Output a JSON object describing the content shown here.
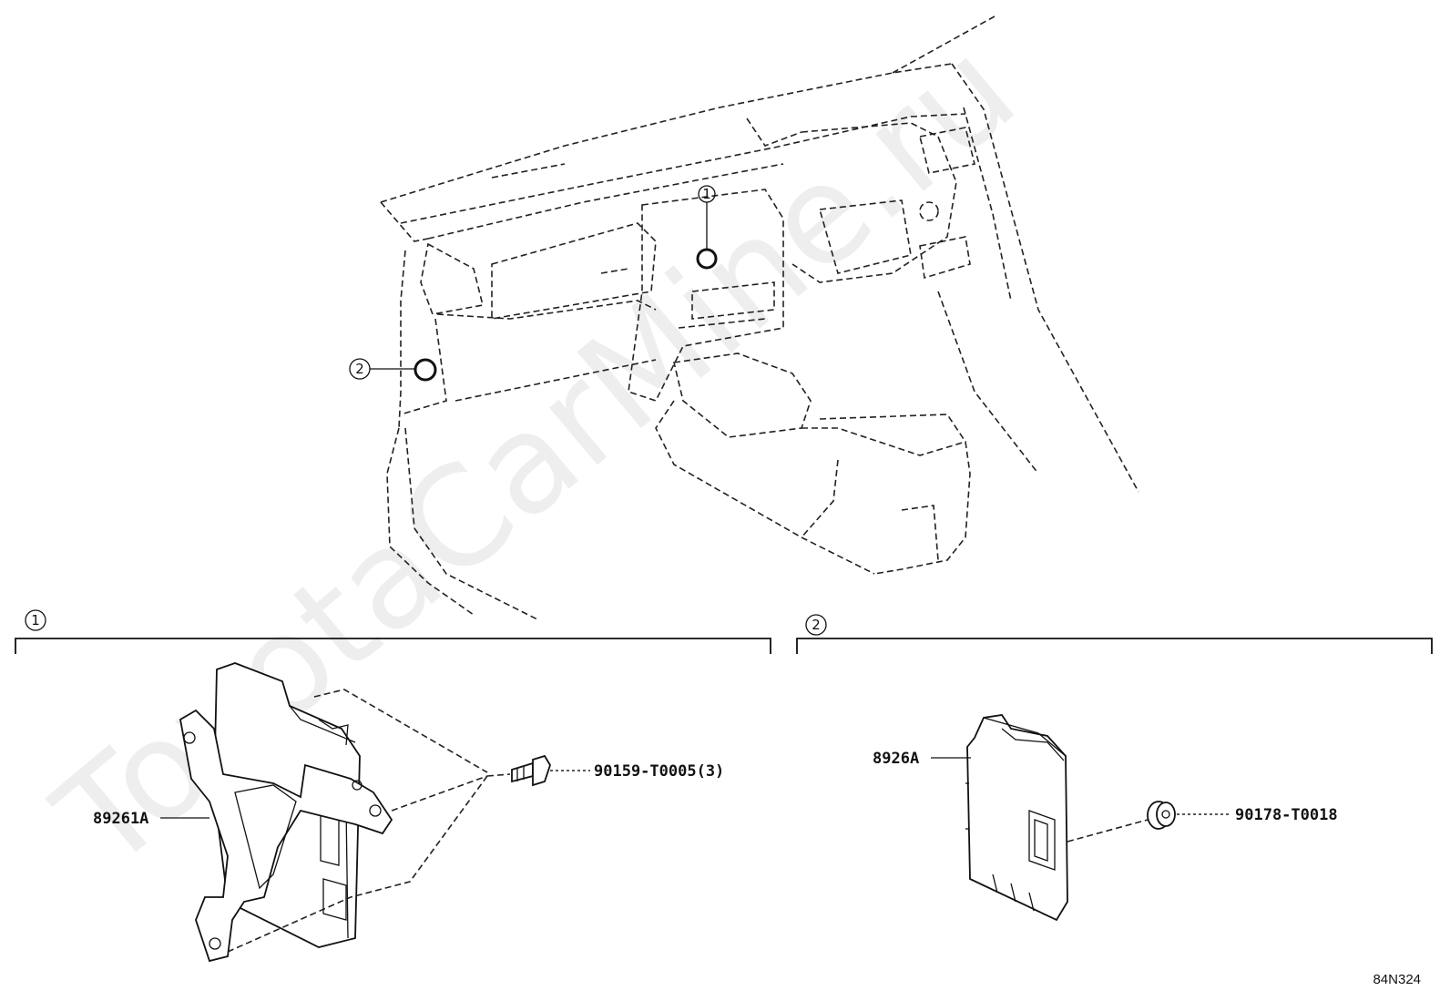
{
  "watermark": "ToyotaCarMine.ru",
  "overview": {
    "callouts": [
      {
        "num": "1"
      },
      {
        "num": "2"
      }
    ]
  },
  "sections": [
    {
      "num": "1",
      "labels": {
        "main_part": "89261A",
        "fastener": "90159-T0005(3)"
      }
    },
    {
      "num": "2",
      "labels": {
        "main_part": "8926A",
        "fastener": "90178-T0018"
      }
    }
  ],
  "diagram_code": "84N324"
}
